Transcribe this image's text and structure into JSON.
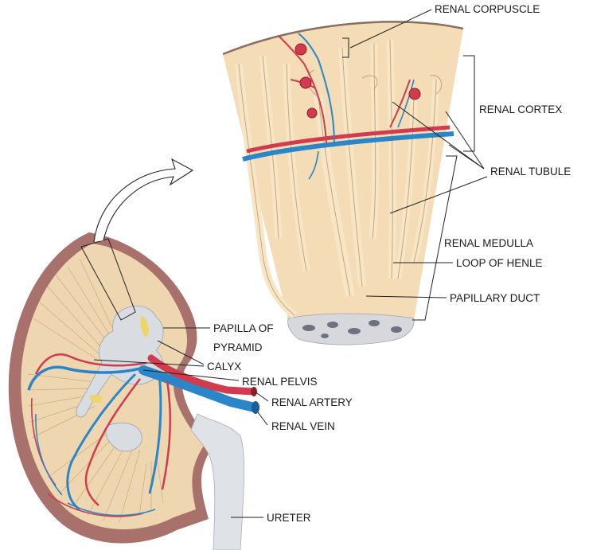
{
  "labels": {
    "renal_corpuscle": "RENAL CORPUSCLE",
    "renal_cortex": "RENAL CORTEX",
    "renal_tubule": "RENAL TUBULE",
    "renal_medulla": "RENAL MEDULLA",
    "loop_of_henle": "LOOP OF HENLE",
    "papillary_duct": "PAPILLARY DUCT",
    "papilla_line1": "PAPILLA OF",
    "papilla_line2": "PYRAMID",
    "calyx": "CALYX",
    "renal_pelvis": "RENAL PELVIS",
    "renal_artery": "RENAL ARTERY",
    "renal_vein": "RENAL VEIN",
    "ureter": "URETER"
  },
  "colors": {
    "capsule": "#a8716b",
    "cortex": "#eed7b0",
    "tissue": "#f3dcb6",
    "tubule": "#f7e6c6",
    "tubule_edge": "#c9a577",
    "artery": "#d23a4e",
    "vein": "#2a86c8",
    "pelvis": "#d9dde2",
    "papilla_base": "#d6d8dc"
  }
}
